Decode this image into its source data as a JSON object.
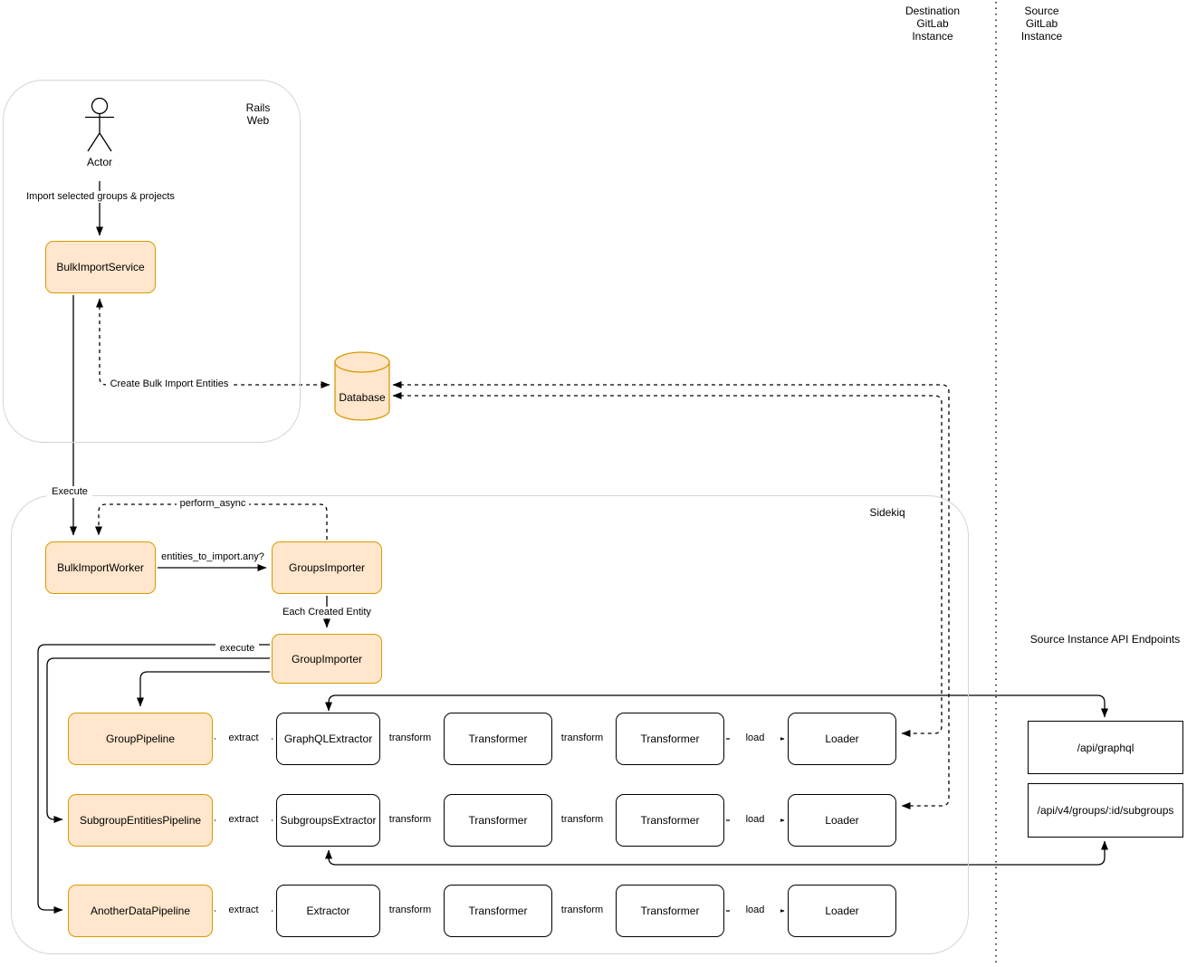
{
  "diagram": {
    "lanes": {
      "destination": "Destination\nGitLab\nInstance",
      "source": "Source\nGitLab\nInstance"
    },
    "containers": {
      "rails_web": "Rails\nWeb",
      "sidekiq": "Sidekiq"
    },
    "actor": {
      "label": "Actor"
    },
    "nodes": {
      "bulk_import_service": "BulkImportService",
      "database": "Database",
      "bulk_import_worker": "BulkImportWorker",
      "groups_importer": "GroupsImporter",
      "group_importer": "GroupImporter"
    },
    "pipelines": [
      {
        "pipeline": "GroupPipeline",
        "extractor": "GraphQLExtractor",
        "transformer1": "Transformer",
        "transformer2": "Transformer",
        "loader": "Loader"
      },
      {
        "pipeline": "SubgroupEntitiesPipeline",
        "extractor": "SubgroupsExtractor",
        "transformer1": "Transformer",
        "transformer2": "Transformer",
        "loader": "Loader"
      },
      {
        "pipeline": "AnotherDataPipeline",
        "extractor": "Extractor",
        "transformer1": "Transformer",
        "transformer2": "Transformer",
        "loader": "Loader"
      }
    ],
    "api": {
      "title": "Source Instance API Endpoints",
      "graphql": "/api/graphql",
      "subgroups": "/api/v4/groups/:id/subgroups"
    },
    "edge_labels": {
      "import_selected": "Import selected groups & projects",
      "create_entities": "Create Bulk Import Entities",
      "execute": "Execute",
      "perform_async": "perform_async",
      "entities_any": "entities_to_import.any?",
      "each_created_entity": "Each Created Entity",
      "execute_pipeline": "execute",
      "extract": "extract",
      "transform": "transform",
      "load": "load"
    },
    "colors": {
      "highlight_fill": "#FFE6CC",
      "highlight_stroke": "#D79B00",
      "box_stroke": "#000000",
      "container_stroke": "#D5D5D5"
    }
  }
}
